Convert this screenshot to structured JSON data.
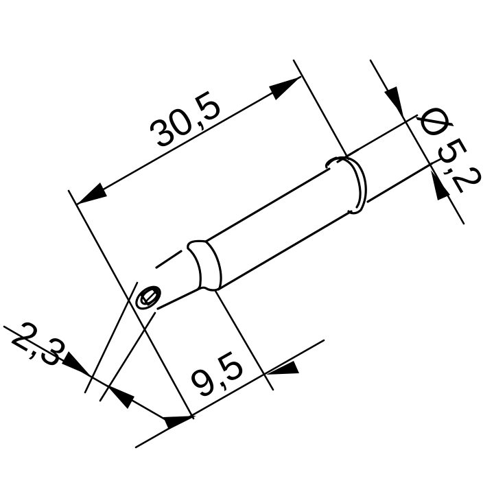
{
  "drawing": {
    "subject": "soldering tip",
    "dimensions": {
      "total_length": "30,5",
      "shaft_diameter_symbol": "Ø",
      "shaft_diameter": "5,2",
      "tip_width": "2,3",
      "bent_section_length": "9,5"
    }
  }
}
